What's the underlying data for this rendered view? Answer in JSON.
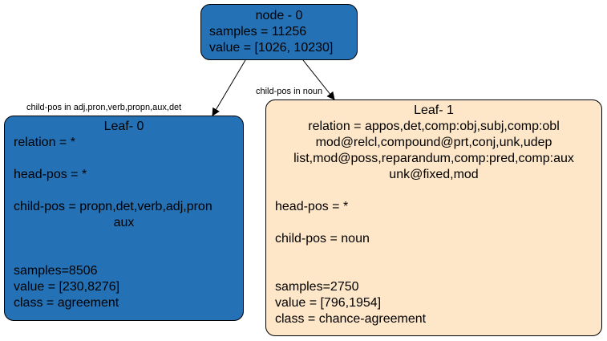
{
  "colors": {
    "split_node": "#2471b6",
    "agreement_leaf": "#2471b6",
    "chance_leaf": "#fee6c8",
    "border": "#000000"
  },
  "root": {
    "title": "node - 0",
    "samples": "samples = 11256",
    "value": "value = [1026, 10230]"
  },
  "edges": {
    "left_label": "child-pos in adj,pron,verb,propn,aux,det",
    "right_label": "child-pos in noun"
  },
  "leaf0": {
    "title": "Leaf- 0",
    "relation": "relation = *",
    "head_pos": "head-pos = *",
    "child_pos_line1": "child-pos = propn,det,verb,adj,pron",
    "child_pos_line2": "aux",
    "samples": "samples=8506",
    "value": "value = [230,8276]",
    "class": "class = agreement"
  },
  "leaf1": {
    "title": "Leaf- 1",
    "relation_line1": "relation = appos,det,comp:obj,subj,comp:obl",
    "relation_line2": "mod@relcl,compound@prt,conj,unk,udep",
    "relation_line3": "list,mod@poss,reparandum,comp:pred,comp:aux",
    "relation_line4": "unk@fixed,mod",
    "head_pos": "head-pos = *",
    "child_pos": "child-pos = noun",
    "samples": "samples=2750",
    "value": "value = [796,1954]",
    "class": "class = chance-agreement"
  }
}
